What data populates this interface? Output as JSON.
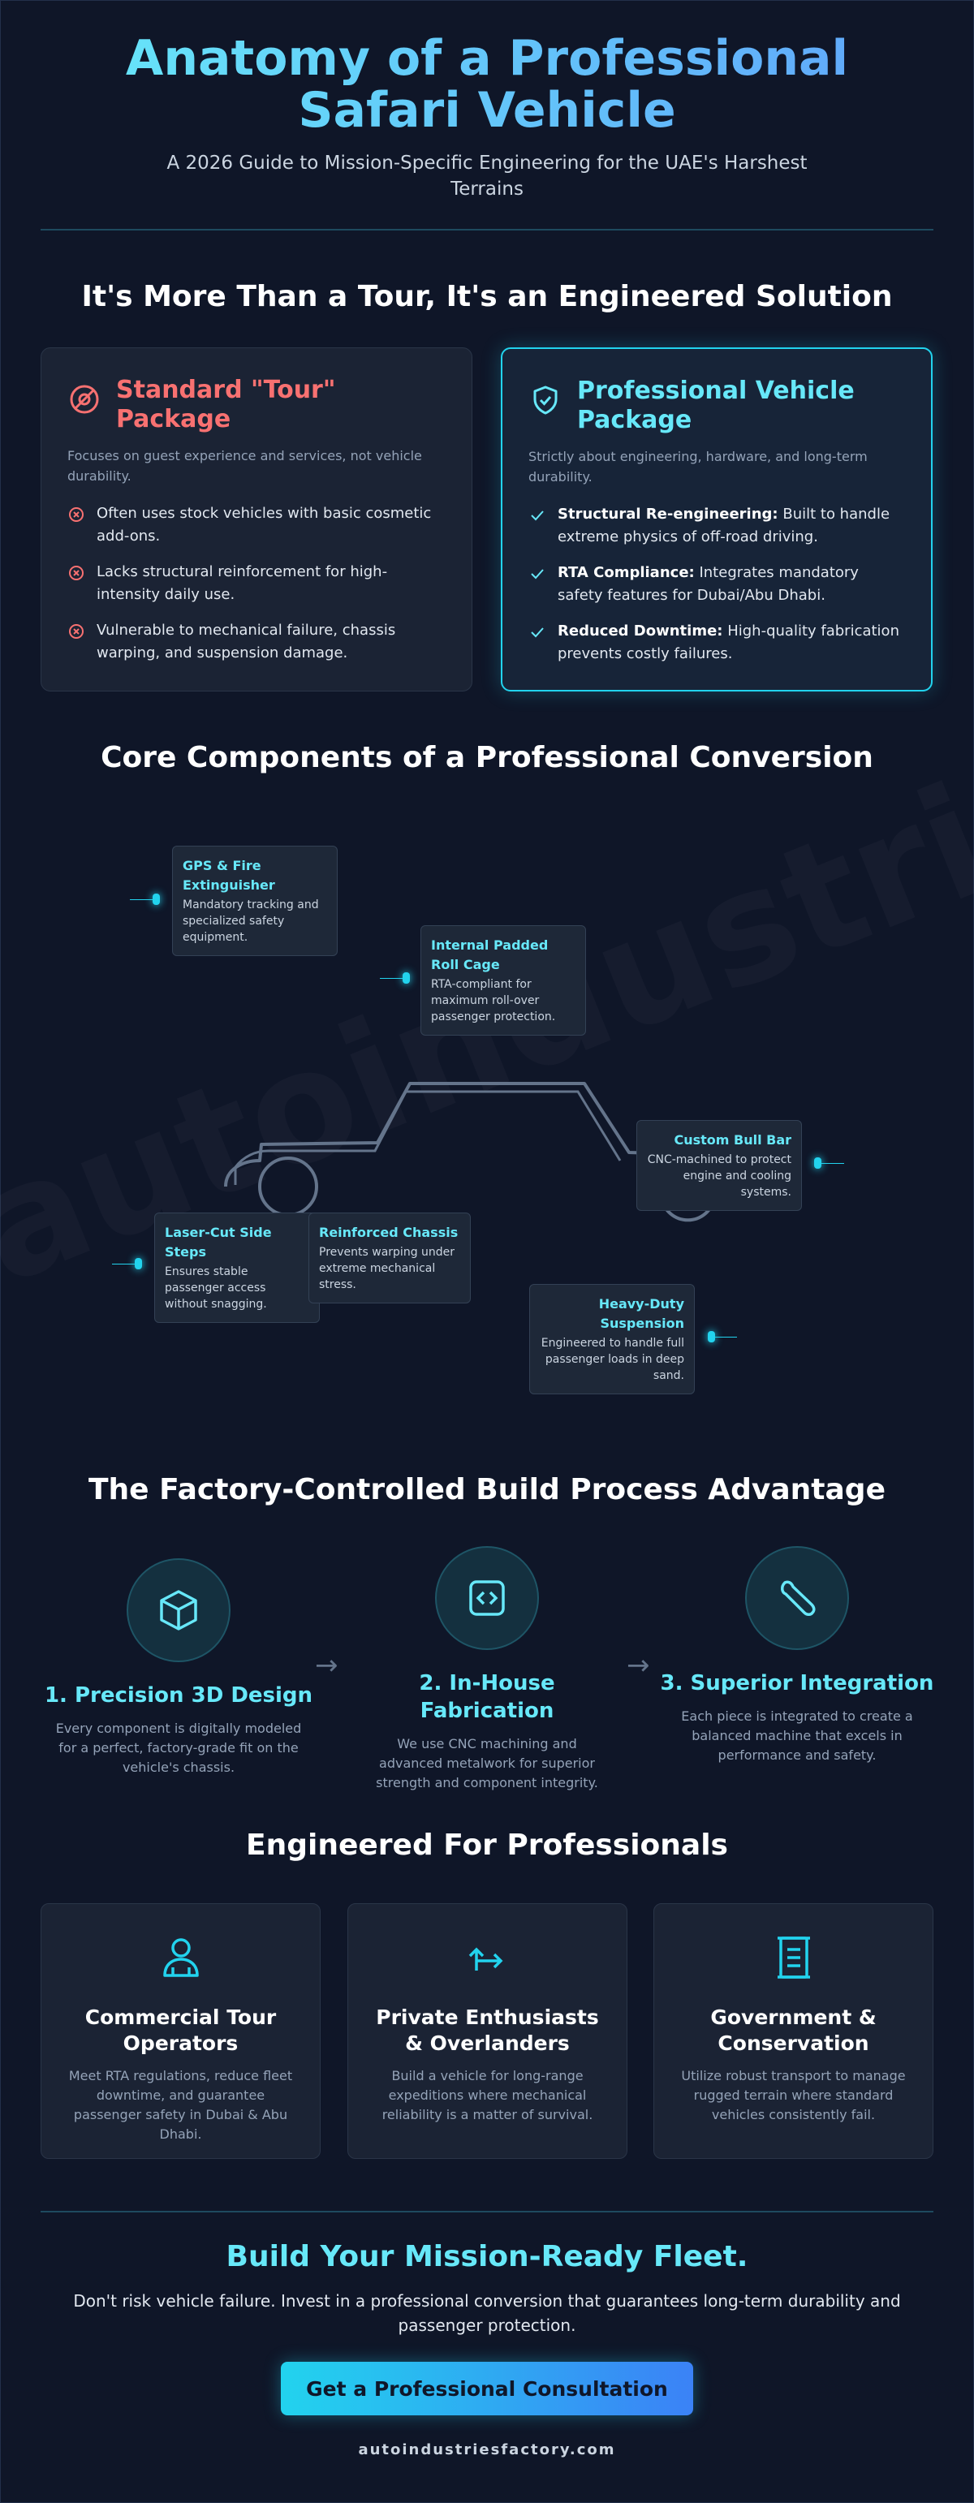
{
  "hero": {
    "title": "Anatomy of a Professional Safari Vehicle",
    "subtitle": "A 2026 Guide to Mission-Specific Engineering for the UAE's Harshest Terrains"
  },
  "comparison": {
    "heading": "It's More Than a Tour, It's an Engineered Solution",
    "standard": {
      "title": "Standard \"Tour\" Package",
      "description": "Focuses on guest experience and services, not vehicle durability.",
      "items": [
        "Often uses stock vehicles with basic cosmetic add-ons.",
        "Lacks structural reinforcement for high-intensity daily use.",
        "Vulnerable to mechanical failure, chassis warping, and suspension damage."
      ]
    },
    "professional": {
      "title": "Professional Vehicle Package",
      "description": "Strictly about engineering, hardware, and long-term durability.",
      "items": [
        {
          "label": "Structural Re-engineering:",
          "text": "Built to handle extreme physics of off-road driving."
        },
        {
          "label": "RTA Compliance:",
          "text": "Integrates mandatory safety features for Dubai/Abu Dhabi."
        },
        {
          "label": "Reduced Downtime:",
          "text": "High-quality fabrication prevents costly failures."
        }
      ]
    }
  },
  "components": {
    "heading": "Core Components of a Professional Conversion",
    "gps": {
      "title": "GPS & Fire Extinguisher",
      "text": "Mandatory tracking and specialized safety equipment."
    },
    "roll_cage": {
      "title": "Internal Padded Roll Cage",
      "text": "RTA-compliant for maximum roll-over passenger protection."
    },
    "bull_bar": {
      "title": "Custom Bull Bar",
      "text": "CNC-machined to protect engine and cooling systems."
    },
    "steps": {
      "title": "Laser-Cut Side Steps",
      "text": "Ensures stable passenger access without snagging."
    },
    "chassis": {
      "title": "Reinforced Chassis",
      "text": "Prevents warping under extreme mechanical stress."
    },
    "suspension": {
      "title": "Heavy-Duty Suspension",
      "text": "Engineered to handle full passenger loads in deep sand."
    }
  },
  "process": {
    "heading": "The Factory-Controlled Build Process Advantage",
    "steps": [
      {
        "title": "1. Precision 3D Design",
        "text": "Every component is digitally modeled for a perfect, factory-grade fit on the vehicle's chassis.",
        "icon": "cube-icon"
      },
      {
        "title": "2. In-House Fabrication",
        "text": "We use CNC machining and advanced metalwork for superior strength and component integrity.",
        "icon": "code-icon"
      },
      {
        "title": "3. Superior Integration",
        "text": "Each piece is integrated to create a balanced machine that excels in performance and safety.",
        "icon": "wrench-icon"
      }
    ]
  },
  "audience": {
    "heading": "Engineered For Professionals",
    "cards": [
      {
        "title": "Commercial Tour Operators",
        "text": "Meet RTA regulations, reduce fleet downtime, and guarantee passenger safety in Dubai & Abu Dhabi.",
        "icon": "user-hardhat-icon"
      },
      {
        "title": "Private Enthusiasts & Overlanders",
        "text": "Build a vehicle for long-range expeditions where mechanical reliability is a matter of survival.",
        "icon": "route-arrow-icon"
      },
      {
        "title": "Government & Conservation",
        "text": "Utilize robust transport to manage rugged terrain where standard vehicles consistently fail.",
        "icon": "document-icon"
      }
    ]
  },
  "cta": {
    "title": "Build Your Mission-Ready Fleet.",
    "subtitle": "Don't risk vehicle failure. Invest in a professional conversion that guarantees long-term durability and passenger protection.",
    "button": "Get a Professional Consultation"
  },
  "footer": {
    "site": "autoindustriesfactory.com"
  },
  "watermark": "autoindustriesfactory",
  "colors": {
    "accent": "#22d3ee",
    "accent_light": "#67e8f9",
    "danger": "#f87171",
    "background": "#0f1628",
    "card": "#1b2334"
  }
}
